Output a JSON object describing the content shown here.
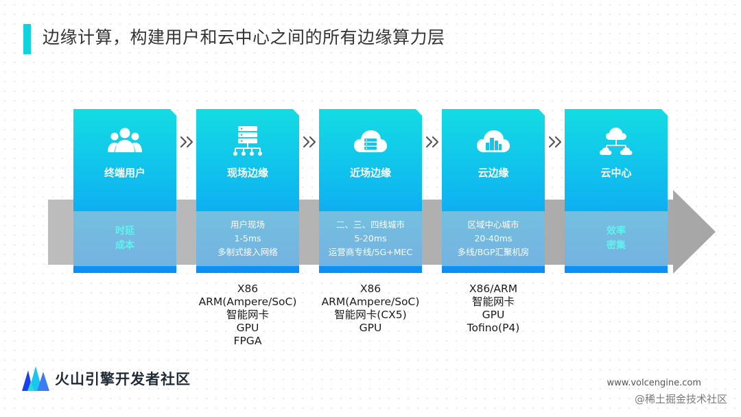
{
  "title": "边缘计算，构建用户和云中心之间的所有边缘算力层",
  "colors": {
    "accent": "#12d3dc",
    "card_top": "#14dce3",
    "card_bottom": "#0d8ef5",
    "arrow": "#a9a9a9",
    "band_strong_text": "#5ff3ee"
  },
  "stages": [
    {
      "icon": "users-icon",
      "title": "终端用户",
      "band_lines": [
        "时延",
        "成本"
      ],
      "band_emphasis": true,
      "specs": []
    },
    {
      "icon": "server-network-icon",
      "title": "现场边缘",
      "band_lines": [
        "用户现场",
        "1-5ms",
        "多制式接入网络"
      ],
      "band_emphasis": false,
      "specs": [
        "X86",
        "ARM(Ampere/SoC)",
        "智能网卡",
        "GPU",
        "FPGA"
      ]
    },
    {
      "icon": "cloud-server-icon",
      "title": "近场边缘",
      "band_lines": [
        "二、三、四线城市",
        "5-20ms",
        "运营商专线/5G+MEC"
      ],
      "band_emphasis": false,
      "specs": [
        "X86",
        "ARM(Ampere/SoC)",
        "智能网卡(CX5)",
        "GPU"
      ]
    },
    {
      "icon": "cloud-city-icon",
      "title": "云边缘",
      "band_lines": [
        "区域中心城市",
        "20-40ms",
        "多线/BGP汇聚机房"
      ],
      "band_emphasis": false,
      "specs": [
        "X86/ARM",
        "智能网卡",
        "GPU",
        "Tofino(P4)"
      ]
    },
    {
      "icon": "cloud-network-icon",
      "title": "云中心",
      "band_lines": [
        "效率",
        "密集"
      ],
      "band_emphasis": true,
      "specs": []
    }
  ],
  "footer": {
    "brand": "火山引擎开发者社区",
    "url": "www.volcengine.com",
    "watermark": "@稀土掘金技术社区"
  }
}
